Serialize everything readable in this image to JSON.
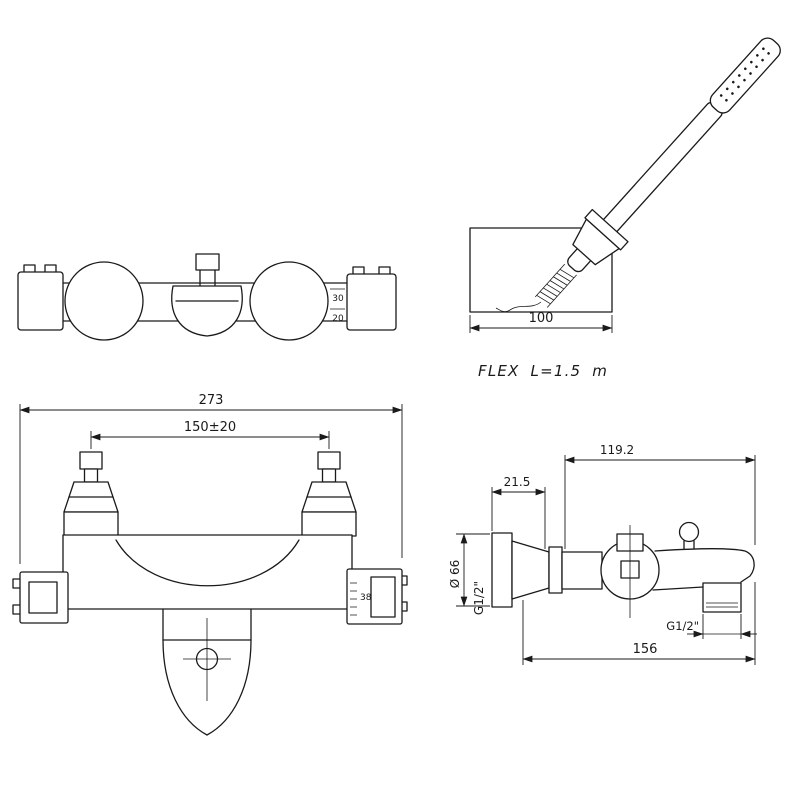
{
  "drawing": {
    "background": "#ffffff",
    "line_color": "#1a1a1a"
  },
  "views": {
    "top_view": {
      "scale_upper": "30",
      "scale_lower": "20"
    },
    "hand_shower": {
      "bracket_width": "100",
      "flex_note": "FLEX L=1.5 m"
    },
    "front_view": {
      "overall_width": "273",
      "inlet_centers": "150±20",
      "temp_mark": "38"
    },
    "side_view": {
      "depth": "119.2",
      "wall_clearance": "21.5",
      "flange_dia": "Ø 66",
      "inlet_thread": "G1/2\"",
      "outlet_thread": "G1/2\"",
      "reach": "156"
    }
  }
}
